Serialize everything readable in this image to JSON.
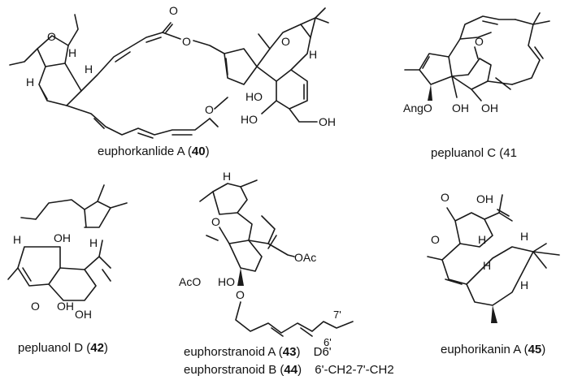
{
  "compounds": [
    {
      "name": "euphorkanlide A (",
      "num": "40",
      "close": ")"
    },
    {
      "name": "pepluanol C (41",
      "num": "",
      "close": ""
    },
    {
      "name": "pepluanol D (",
      "num": "42",
      "close": ")"
    },
    {
      "name": "euphorstranoid A (",
      "num": "43",
      "close": ")",
      "note": "D6'"
    },
    {
      "name": "euphorstranoid B (",
      "num": "44",
      "close": ")",
      "note": "6'-CH2-7'-CH2"
    },
    {
      "name": "euphorikanin A (",
      "num": "45",
      "close": ")"
    }
  ],
  "atoms": {
    "o": "O",
    "h": "H",
    "oh": "OH",
    "ho": "HO",
    "ang_o": "AngO",
    "aco": "AcO",
    "oac": "OAc",
    "six_prime": "6'",
    "seven_prime": "7'"
  }
}
